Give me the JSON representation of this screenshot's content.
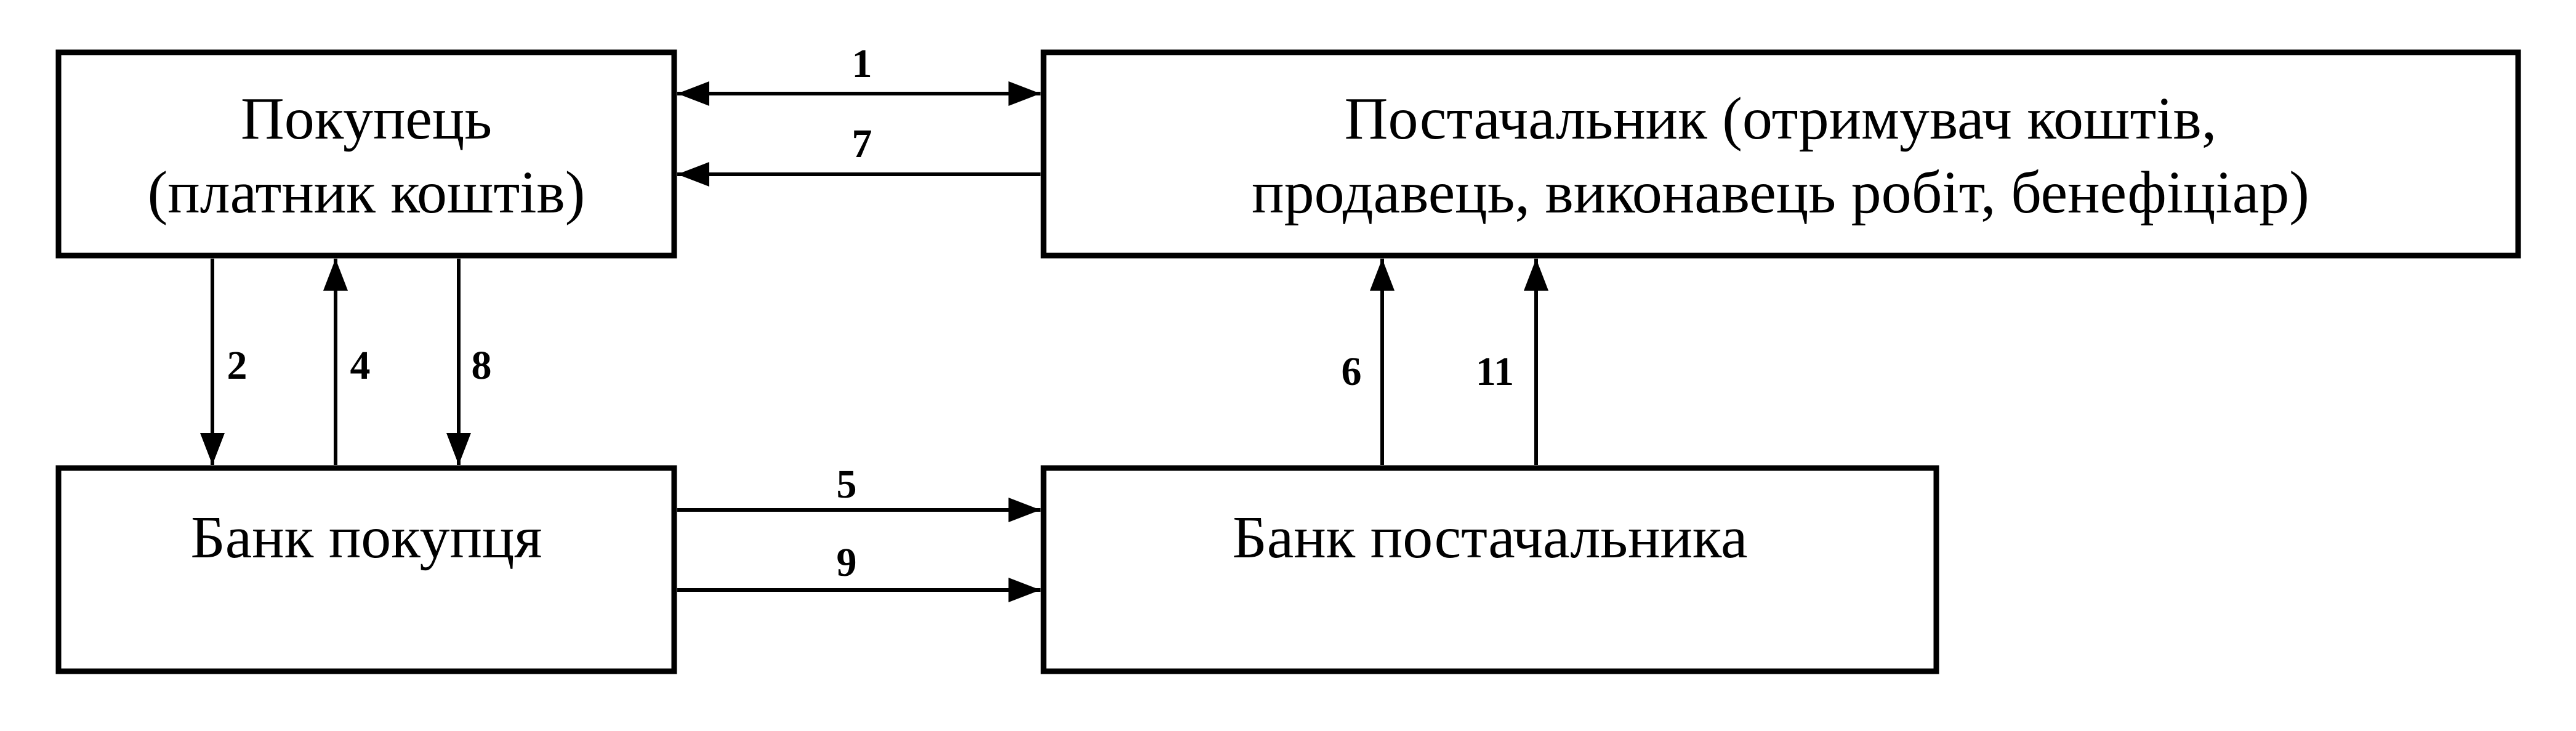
{
  "nodes": {
    "buyer": {
      "line1": "Покупець",
      "line2": "(платник коштів)"
    },
    "supplier": {
      "line1": "Постачальник (отримувач коштів,",
      "line2": "продавець, виконавець робіт, бенефіціар)"
    },
    "buyer_bank": {
      "label": "Банк покупця"
    },
    "supplier_bank": {
      "label": "Банк постачальника"
    }
  },
  "edges": [
    {
      "label": "1",
      "from": "buyer",
      "to": "supplier",
      "bidirectional": true
    },
    {
      "label": "7",
      "from": "supplier",
      "to": "buyer",
      "bidirectional": false
    },
    {
      "label": "2",
      "from": "buyer",
      "to": "buyer_bank",
      "bidirectional": false
    },
    {
      "label": "4",
      "from": "buyer_bank",
      "to": "buyer",
      "bidirectional": false
    },
    {
      "label": "8",
      "from": "buyer",
      "to": "buyer_bank",
      "bidirectional": false
    },
    {
      "label": "5",
      "from": "buyer_bank",
      "to": "supplier_bank",
      "bidirectional": false
    },
    {
      "label": "9",
      "from": "buyer_bank",
      "to": "supplier_bank",
      "bidirectional": false
    },
    {
      "label": "6",
      "from": "supplier_bank",
      "to": "supplier",
      "bidirectional": false
    },
    {
      "label": "11",
      "from": "supplier_bank",
      "to": "supplier",
      "bidirectional": false
    }
  ]
}
